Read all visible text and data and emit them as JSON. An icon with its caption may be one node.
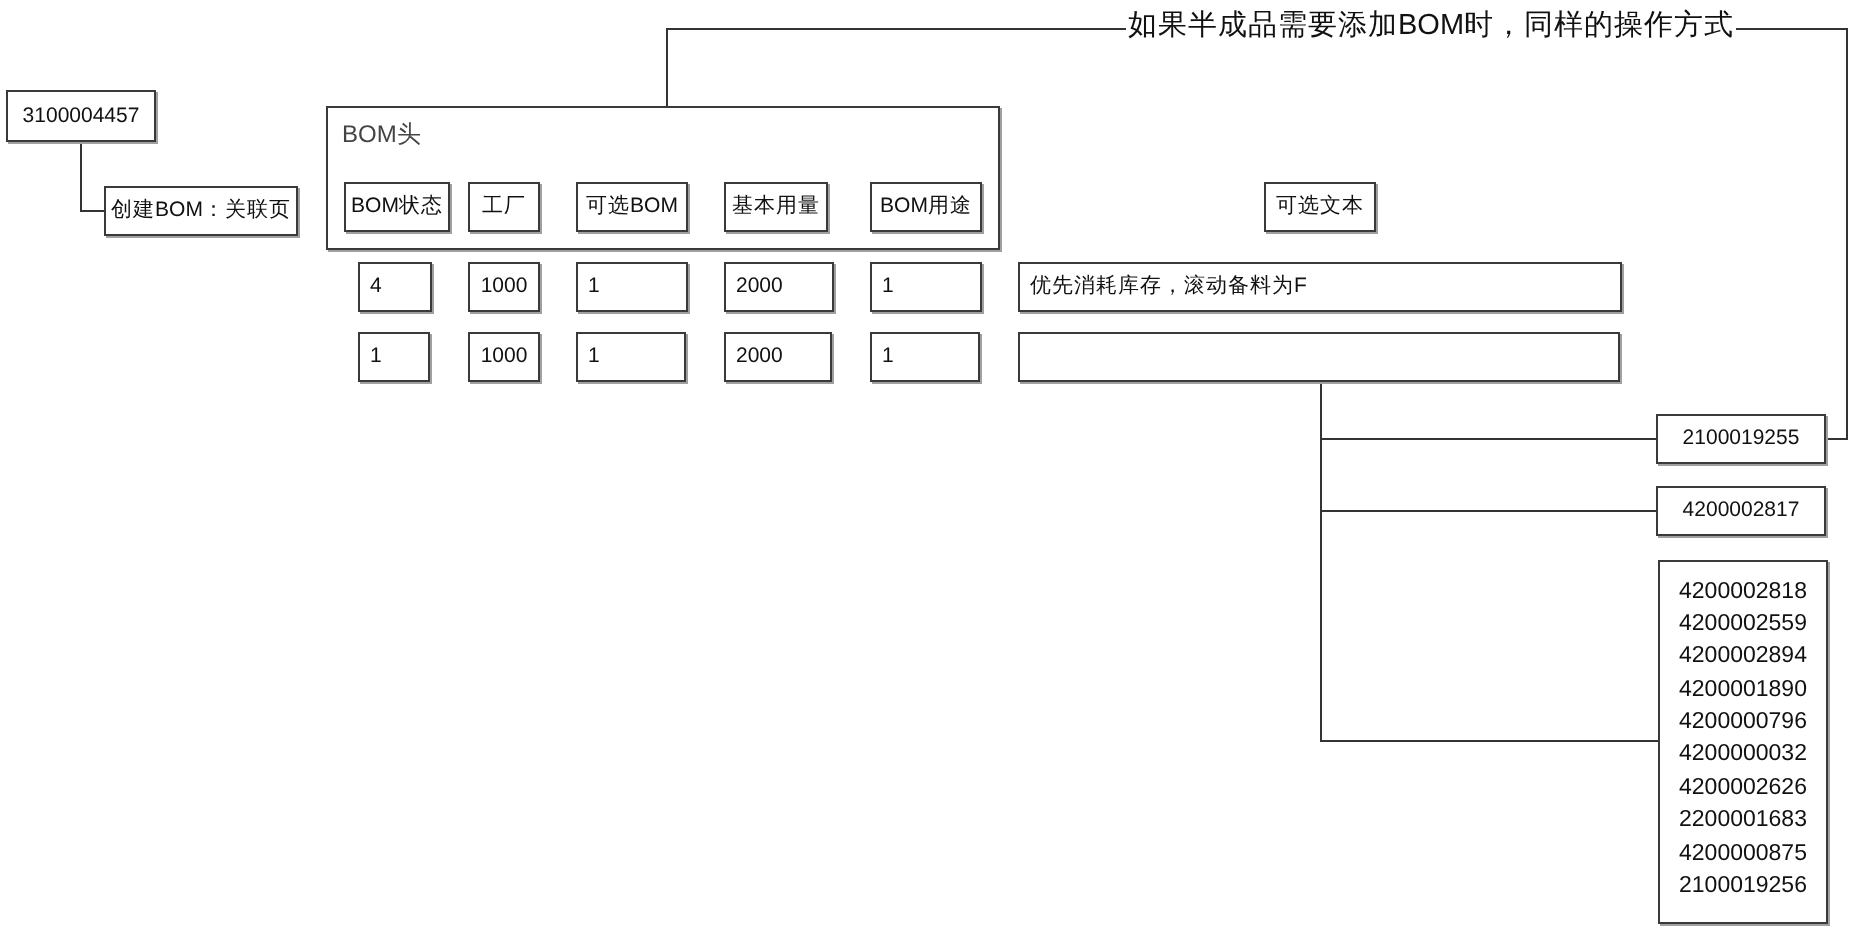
{
  "diagram": {
    "nodes": [
      {
        "text": [
          "3100004457"
        ]
      },
      {
        "text": [
          "创建BOM：关联页"
        ]
      },
      {
        "text": [
          "BOM头"
        ]
      },
      {
        "text": [
          "BOM状态"
        ],
        "in": 2
      },
      {
        "text": [
          "工厂"
        ],
        "in": 2
      },
      {
        "text": [
          "可选BOM"
        ],
        "in": 2
      },
      {
        "text": [
          "基本用量"
        ],
        "in": 2
      },
      {
        "text": [
          "BOM用途"
        ],
        "in": 2
      },
      {
        "text": [
          "可选文本"
        ]
      },
      {
        "text": [
          "4"
        ]
      },
      {
        "text": [
          "1000"
        ]
      },
      {
        "text": [
          "1"
        ]
      },
      {
        "text": [
          "2000"
        ]
      },
      {
        "text": [
          "1"
        ]
      },
      {
        "text": [
          "优先消耗库存，滚动备料为F"
        ]
      },
      {
        "text": [
          "1"
        ]
      },
      {
        "text": [
          "1000"
        ]
      },
      {
        "text": [
          "1"
        ]
      },
      {
        "text": [
          "2000"
        ]
      },
      {
        "text": [
          "1"
        ]
      },
      {
        "text": [],
        "shape": "box"
      },
      {
        "text": [
          "2100019255"
        ]
      },
      {
        "text": [
          "4200002817"
        ]
      },
      {
        "text": [
          "4200002818",
          "4200002559",
          "4200002894",
          "4200001890",
          "4200000796",
          "4200000032",
          "4200002626",
          "2200001683",
          "4200000875",
          "2100019256"
        ]
      }
    ],
    "edges": [
      {
        "from": 0,
        "to": 1,
        "arrow": "none"
      },
      {
        "from": 21,
        "to": 2,
        "arrow": "none",
        "label": "如果半成品需要添加BOM时，同样的操作方式"
      },
      {
        "from": 20,
        "to": 21,
        "arrow": "none"
      },
      {
        "from": 20,
        "to": 22,
        "arrow": "none"
      },
      {
        "from": 20,
        "to": 23,
        "arrow": "none"
      }
    ]
  }
}
